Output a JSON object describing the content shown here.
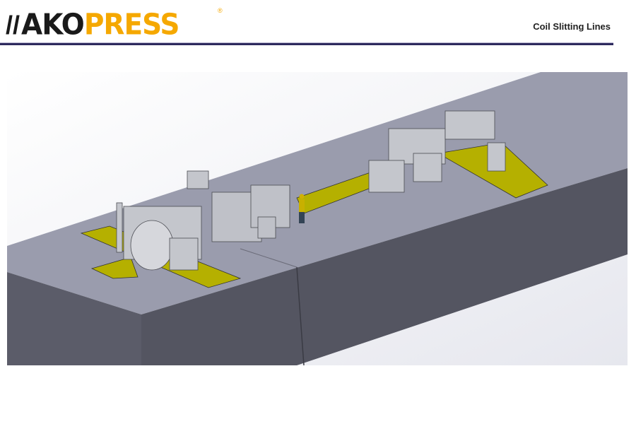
{
  "header": {
    "logo": {
      "part1": "AKO",
      "part2": "PRESS",
      "registered": "®"
    },
    "title": "Coil Slitting Lines"
  },
  "colors": {
    "brand_orange": "#f5a800",
    "brand_dark": "#1a1a1a",
    "rule": "#2e2a5e",
    "pit_yellow": "#b5b000"
  },
  "image": {
    "icon": "coil-slitting-line-3d-render"
  }
}
